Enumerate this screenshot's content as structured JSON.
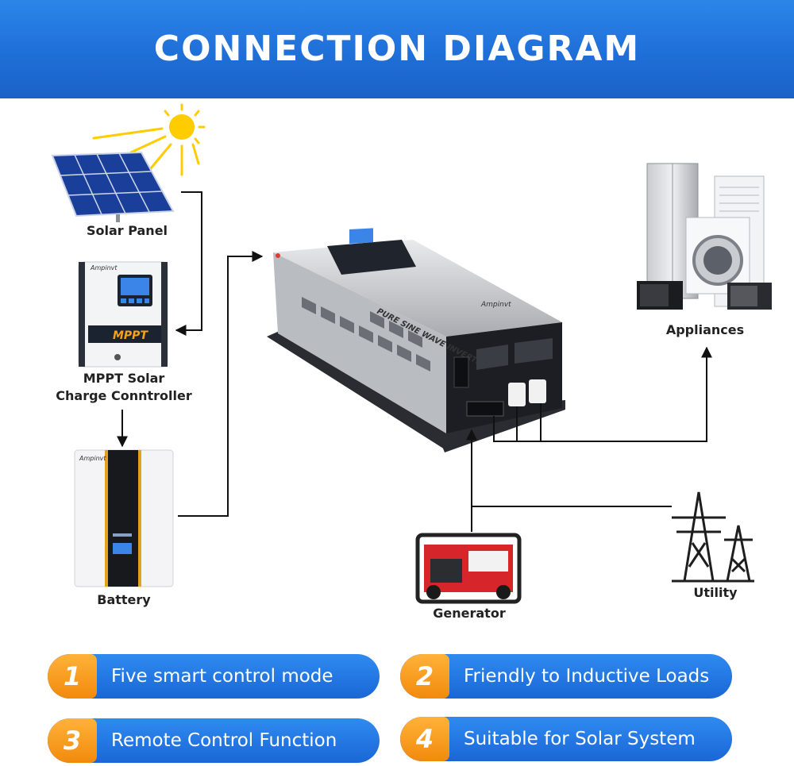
{
  "header": {
    "title": "CONNECTION DIAGRAM"
  },
  "labels": {
    "solar_panel": "Solar Panel",
    "controller": "MPPT Solar\nCharge Conntroller",
    "battery": "Battery",
    "appliances": "Appliances",
    "generator": "Generator",
    "utility": "Utility"
  },
  "brand": "Ampinvt",
  "device_text": {
    "mppt": "MPPT",
    "inverter_side": "PURE SINE WAVE INVERTER"
  },
  "features": [
    {
      "num": "1",
      "text": "Five smart control mode"
    },
    {
      "num": "2",
      "text": "Friendly to Inductive Loads"
    },
    {
      "num": "3",
      "text": "Remote Control Function"
    },
    {
      "num": "4",
      "text": "Suitable for Solar System"
    }
  ],
  "colors": {
    "header_blue": "#1f6fd8",
    "pill_blue": "#1f74e0",
    "badge_orange": "#f59a1a",
    "wire": "#111111"
  }
}
